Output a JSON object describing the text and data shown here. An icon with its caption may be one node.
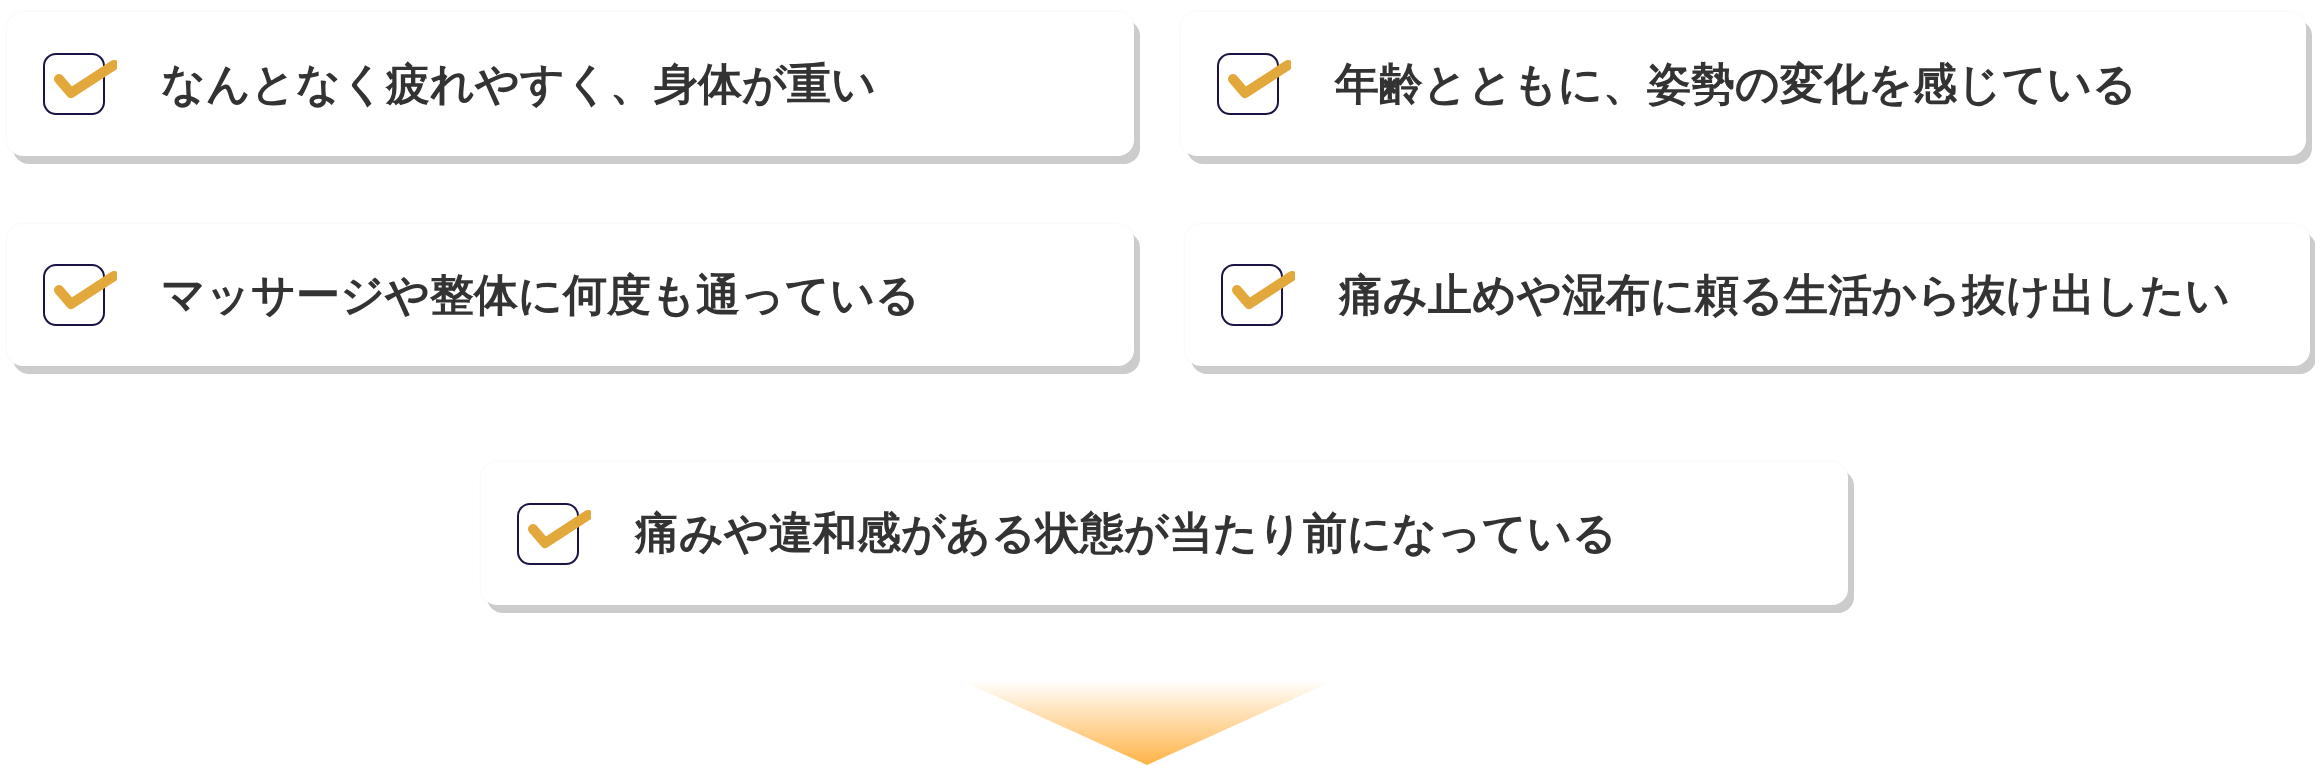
{
  "diagram": {
    "nodes": [
      {
        "text": [
          "なんとなく疲れやすく、身体が重い"
        ]
      },
      {
        "text": [
          "年齢とともに、姿勢の変化を感じている"
        ]
      },
      {
        "text": [
          "マッサージや整体に何度も通っている"
        ]
      },
      {
        "text": [
          "痛み止めや湿布に頼る生活から抜け出したい"
        ]
      },
      {
        "text": [
          "痛みや違和感がある状態が当たり前になっている"
        ]
      }
    ]
  }
}
